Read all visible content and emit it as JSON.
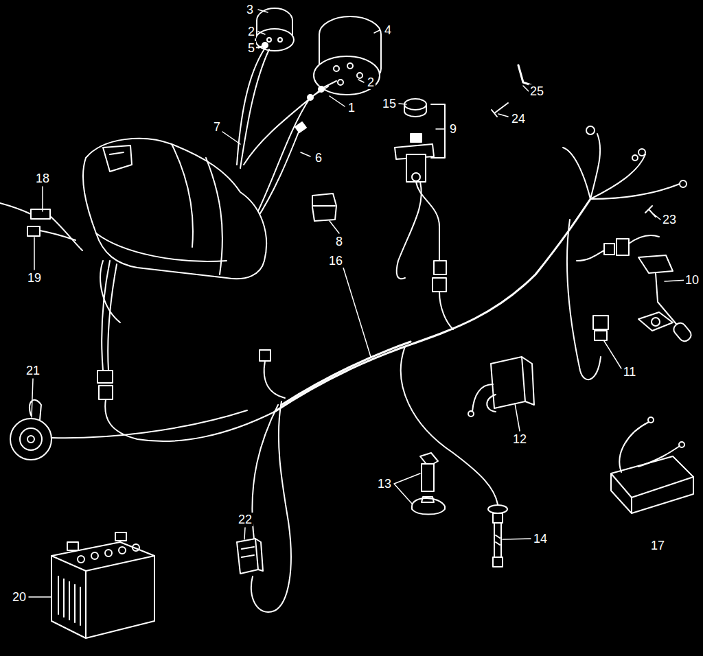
{
  "diagram": {
    "labels": [
      "3",
      "2",
      "5",
      "4",
      "2",
      "1",
      "15",
      "9",
      "25",
      "24",
      "7",
      "6",
      "18",
      "8",
      "23",
      "19",
      "10",
      "16",
      "11",
      "21",
      "12",
      "13",
      "14",
      "17",
      "22",
      "20"
    ]
  }
}
